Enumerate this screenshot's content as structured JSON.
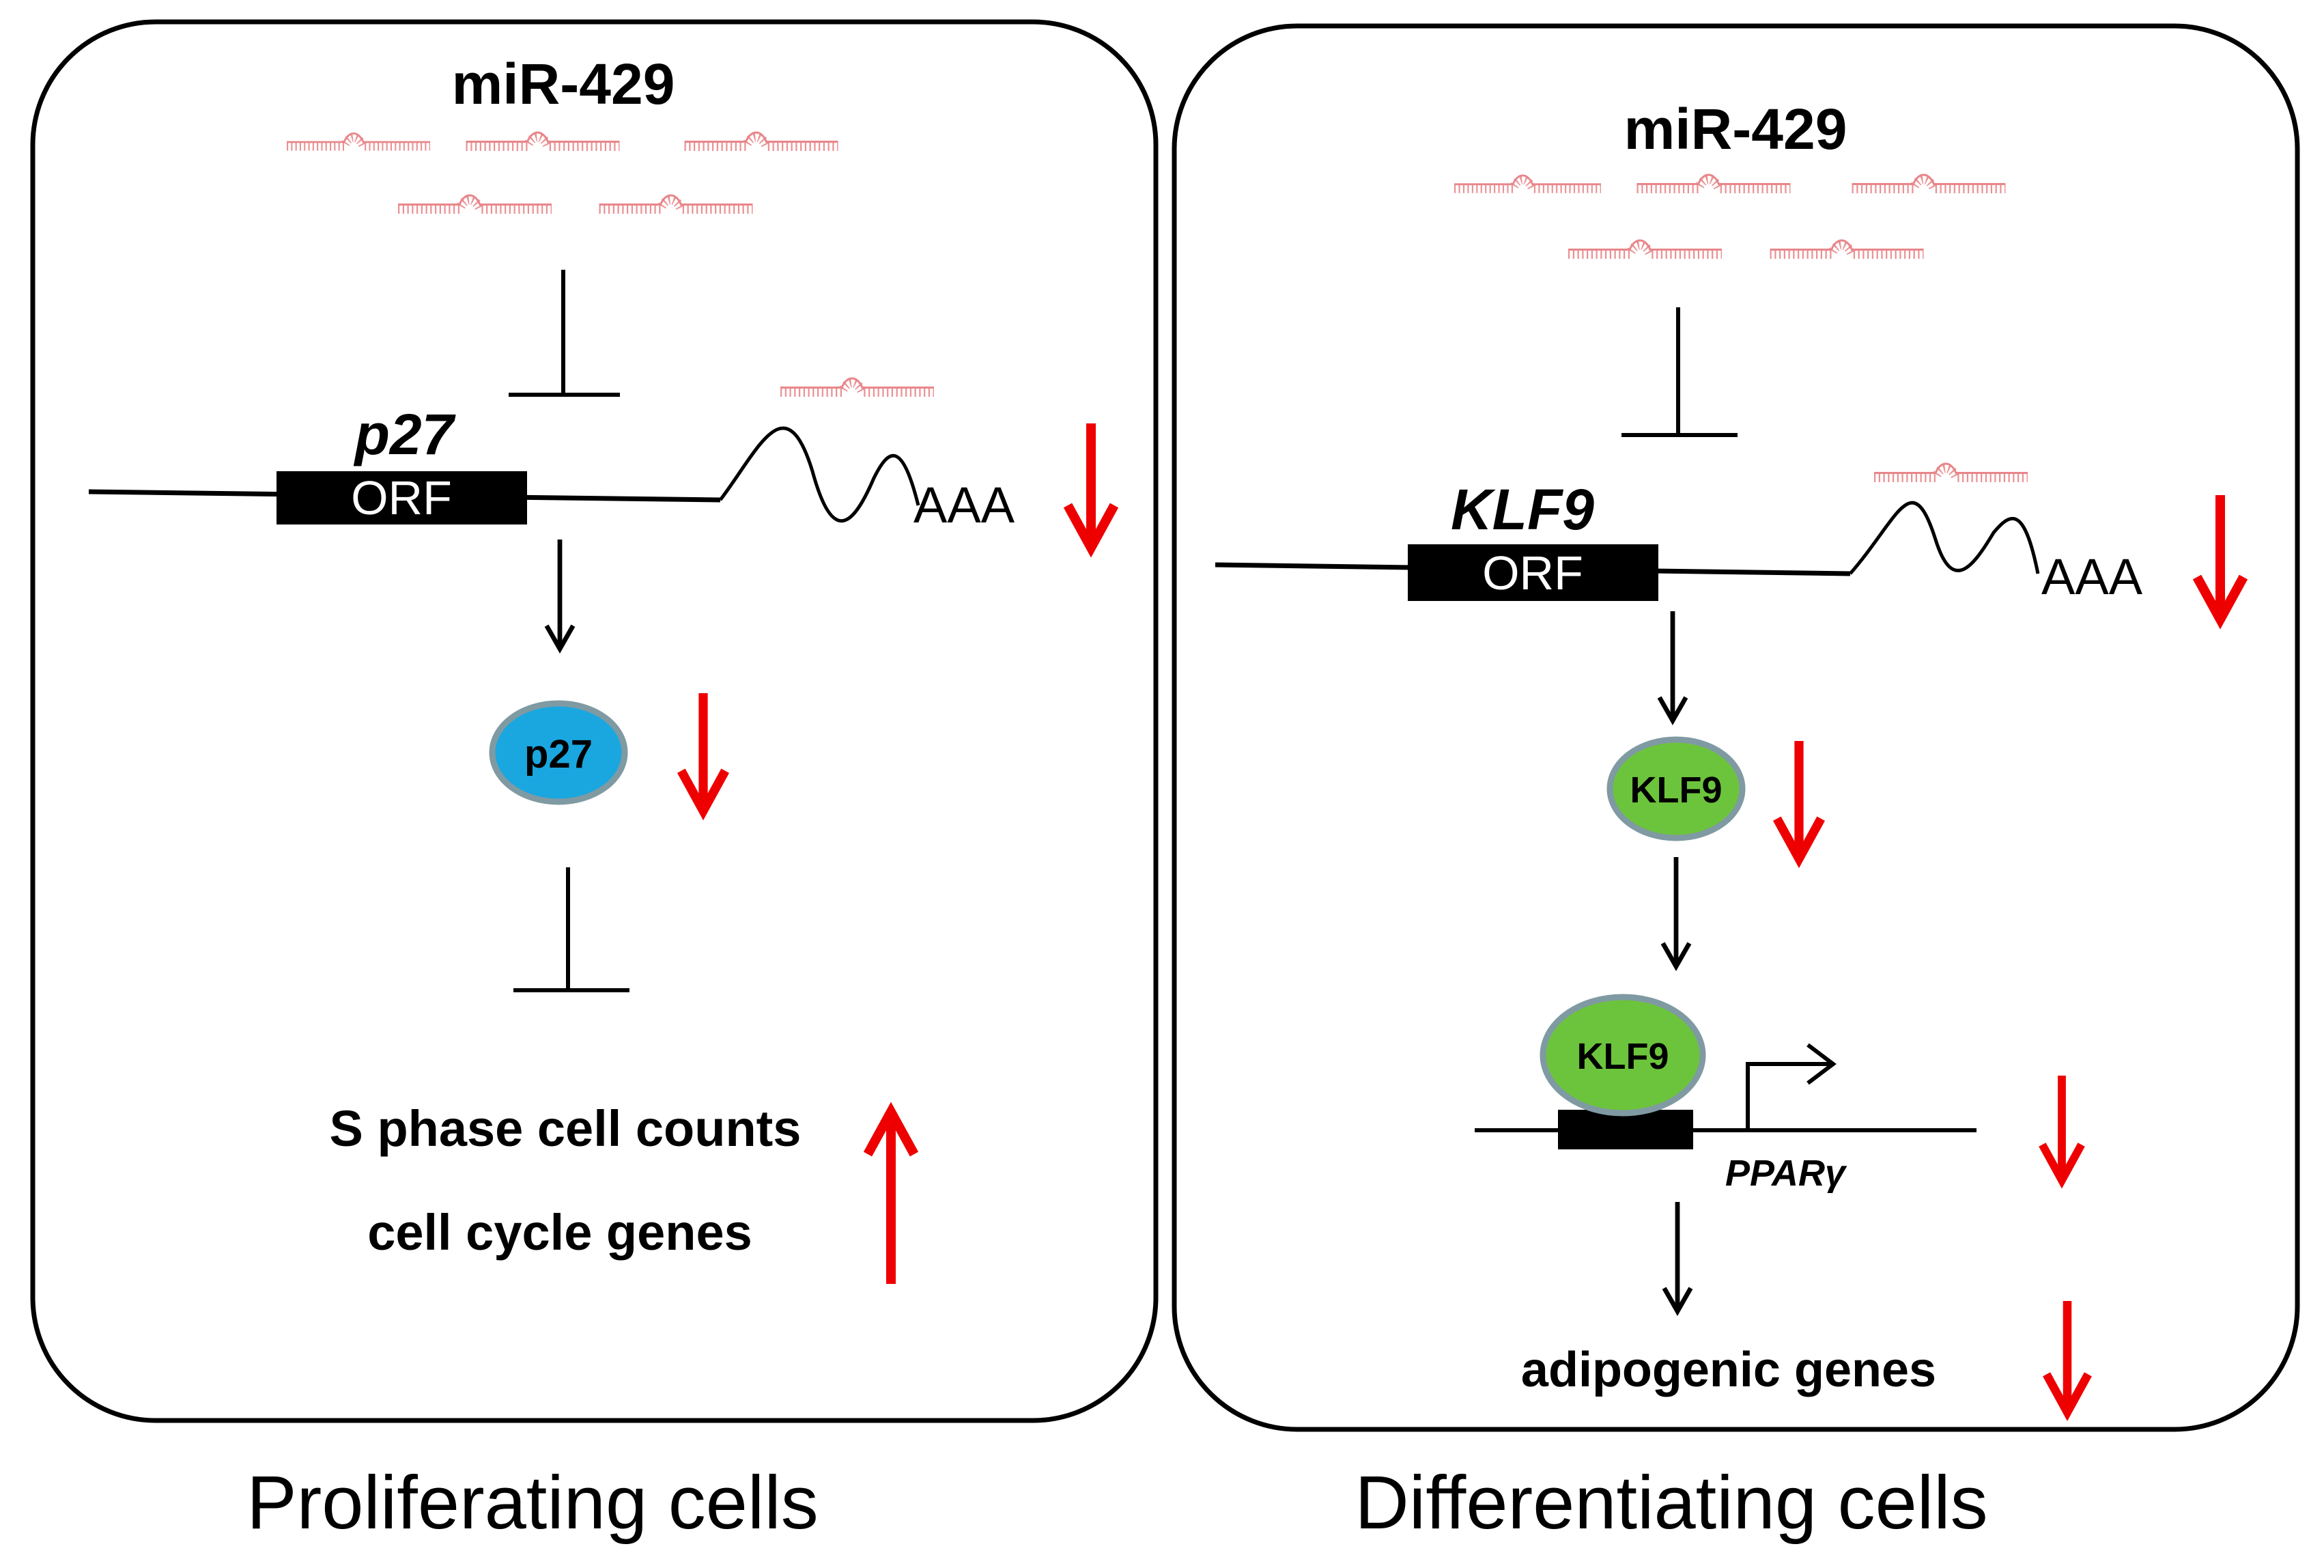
{
  "panels": {
    "left": {
      "mirna_label": "miR-429",
      "gene_label": "p27",
      "orf_label": "ORF",
      "polya_label": "AAA",
      "protein_label": "p27",
      "outcome_line1": "S phase cell counts",
      "outcome_line2": "cell cycle genes",
      "caption": "Proliferating cells"
    },
    "right": {
      "mirna_label": "miR-429",
      "gene_label": "KLF9",
      "orf_label": "ORF",
      "polya_label": "AAA",
      "protein_label": "KLF9",
      "bound_protein_label": "KLF9",
      "target_gene_label": "PPARγ",
      "outcome_label": "adipogenic genes",
      "caption": "Differentiating cells"
    }
  },
  "colors": {
    "mirna": "#e8868a",
    "arrow_red": "#ee0000",
    "p27_fill": "#1aa7e0",
    "klf9_fill": "#6cc43c",
    "protein_border": "#7f9aa2",
    "stroke": "#000000"
  }
}
